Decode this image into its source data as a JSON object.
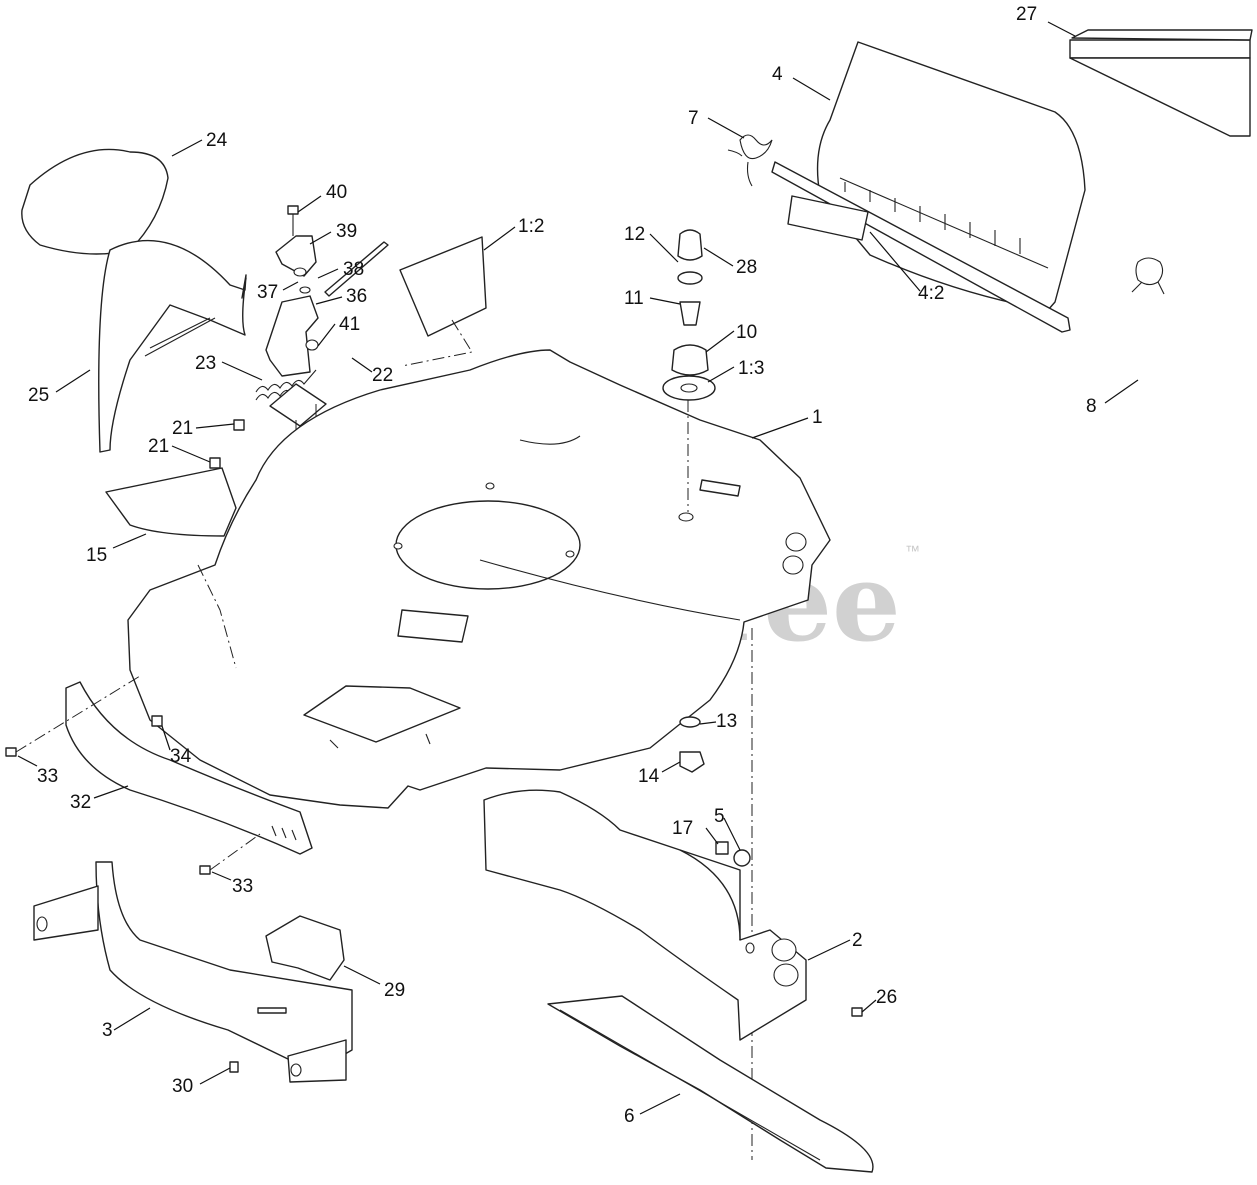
{
  "watermark": {
    "text": "PartsTree",
    "trademark": "™"
  },
  "callouts": [
    {
      "id": "27",
      "label": "27"
    },
    {
      "id": "4",
      "label": "4"
    },
    {
      "id": "7",
      "label": "7"
    },
    {
      "id": "24",
      "label": "24"
    },
    {
      "id": "40",
      "label": "40"
    },
    {
      "id": "39",
      "label": "39"
    },
    {
      "id": "38",
      "label": "38"
    },
    {
      "id": "37",
      "label": "37"
    },
    {
      "id": "36",
      "label": "36"
    },
    {
      "id": "41",
      "label": "41"
    },
    {
      "id": "1-2",
      "label": "1:2"
    },
    {
      "id": "12",
      "label": "12"
    },
    {
      "id": "28",
      "label": "28"
    },
    {
      "id": "4-2",
      "label": "4:2"
    },
    {
      "id": "11",
      "label": "11"
    },
    {
      "id": "10",
      "label": "10"
    },
    {
      "id": "1-3",
      "label": "1:3"
    },
    {
      "id": "8",
      "label": "8"
    },
    {
      "id": "25",
      "label": "25"
    },
    {
      "id": "23",
      "label": "23"
    },
    {
      "id": "22",
      "label": "22"
    },
    {
      "id": "1",
      "label": "1"
    },
    {
      "id": "21a",
      "label": "21"
    },
    {
      "id": "21b",
      "label": "21"
    },
    {
      "id": "15",
      "label": "15"
    },
    {
      "id": "34",
      "label": "34"
    },
    {
      "id": "13",
      "label": "13"
    },
    {
      "id": "14",
      "label": "14"
    },
    {
      "id": "33a",
      "label": "33"
    },
    {
      "id": "32",
      "label": "32"
    },
    {
      "id": "17",
      "label": "17"
    },
    {
      "id": "5",
      "label": "5"
    },
    {
      "id": "33b",
      "label": "33"
    },
    {
      "id": "2",
      "label": "2"
    },
    {
      "id": "29",
      "label": "29"
    },
    {
      "id": "26",
      "label": "26"
    },
    {
      "id": "3",
      "label": "3"
    },
    {
      "id": "30",
      "label": "30"
    },
    {
      "id": "6",
      "label": "6"
    }
  ]
}
